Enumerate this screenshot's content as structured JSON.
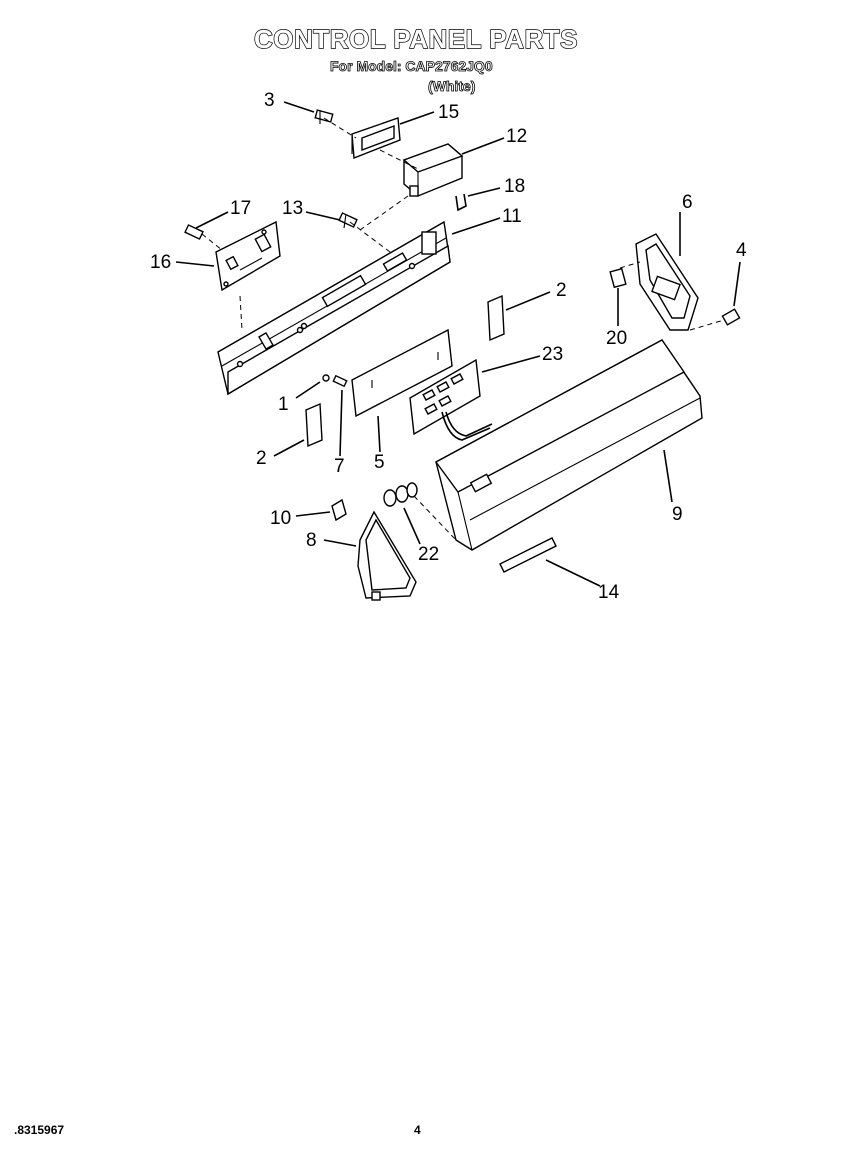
{
  "header": {
    "title": "CONTROL PANEL PARTS",
    "model_line": "For Model: CAP2762JQ0",
    "color_line": "(White)"
  },
  "footer": {
    "doc_number": ".8315967",
    "page_number": "4"
  },
  "callouts": [
    "3",
    "15",
    "12",
    "18",
    "17",
    "13",
    "11",
    "6",
    "16",
    "4",
    "2",
    "20",
    "23",
    "1",
    "2",
    "7",
    "5",
    "9",
    "10",
    "8",
    "22",
    "14"
  ]
}
